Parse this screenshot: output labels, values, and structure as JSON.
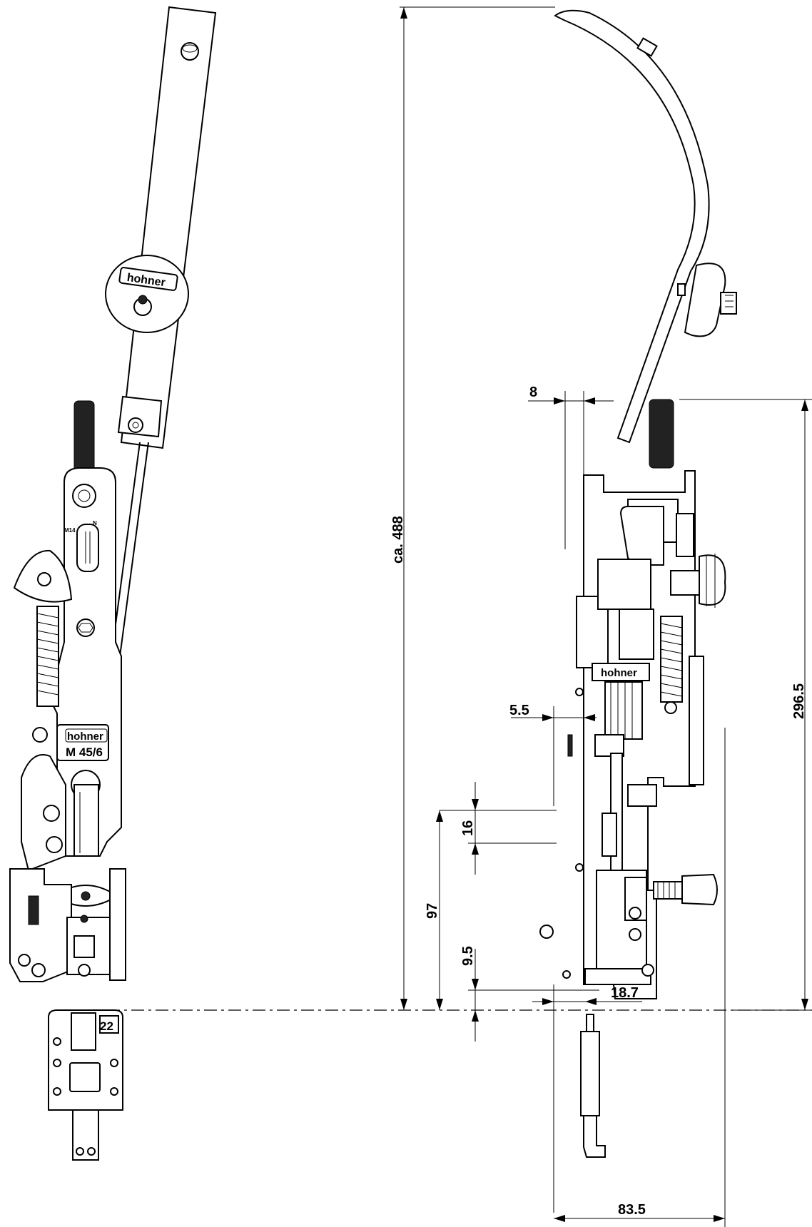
{
  "brand": {
    "logo_left_arm": "hohner",
    "logo_left_body": "hohner",
    "model": "M 45/6",
    "logo_right_body": "hohner",
    "head_number": "22",
    "scale_labels": [
      "M14",
      "N"
    ]
  },
  "dimensions": {
    "total_height": "ca. 488",
    "height_to_base": "296.5",
    "top_offset": "8",
    "side_offset": "5.5",
    "stroke_16": "16",
    "height_97": "97",
    "stroke_9_5": "9.5",
    "offset_18_7": "18.7",
    "width_83_5": "83.5"
  },
  "colors": {
    "line": "#000000",
    "background": "#ffffff"
  }
}
